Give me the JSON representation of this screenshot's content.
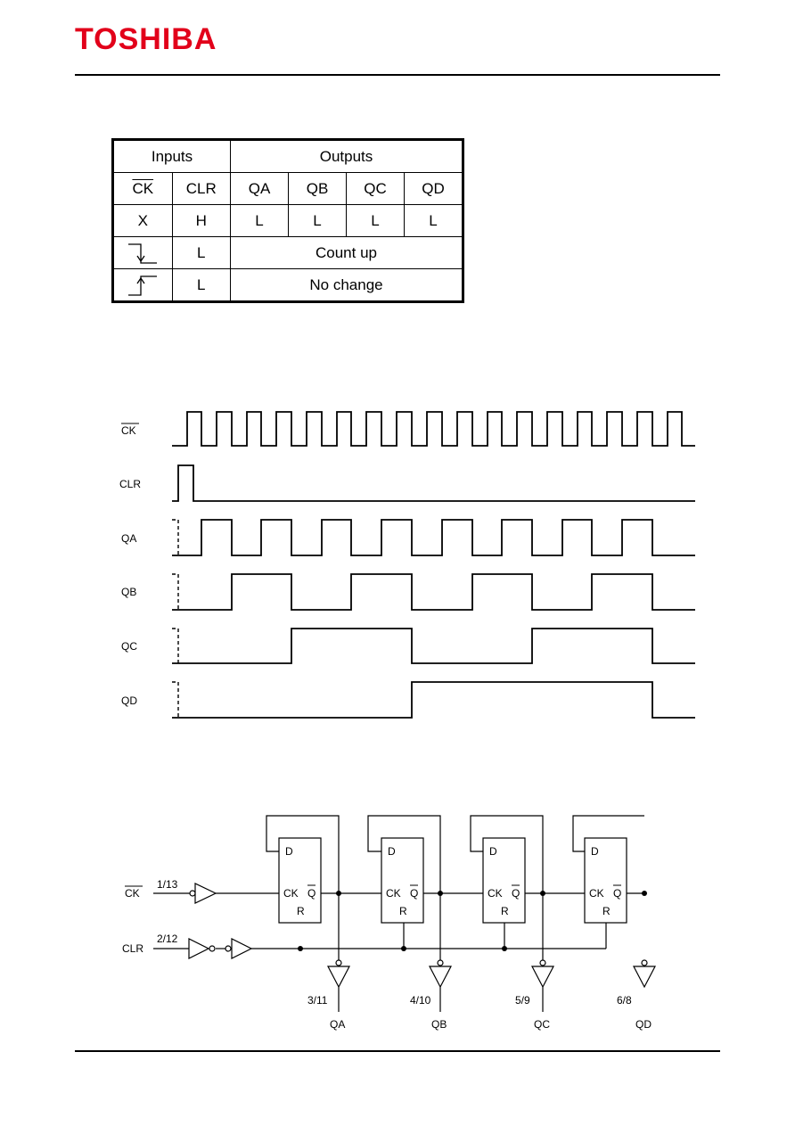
{
  "header": {
    "logo": "TOSHIBA"
  },
  "truth_table": {
    "group_headers": {
      "inputs": "Inputs",
      "outputs": "Outputs"
    },
    "columns": [
      "CK",
      "CLR",
      "QA",
      "QB",
      "QC",
      "QD"
    ],
    "rows": [
      {
        "ck": "X",
        "clr": "H",
        "outputs": [
          "L",
          "L",
          "L",
          "L"
        ]
      },
      {
        "ck_icon": "falling-edge-icon",
        "clr": "L",
        "outputs_text": "Count up"
      },
      {
        "ck_icon": "rising-edge-icon",
        "clr": "L",
        "outputs_text": "No change"
      }
    ]
  },
  "timing_chart": {
    "signals": [
      "CK",
      "CLR",
      "QA",
      "QB",
      "QC",
      "QD"
    ],
    "ck_pulses": 17
  },
  "logic_diagram": {
    "inputs": [
      {
        "name": "CK",
        "pin": "1/13"
      },
      {
        "name": "CLR",
        "pin": "2/12"
      }
    ],
    "flipflop_labels": {
      "d": "D",
      "ck": "CK",
      "qbar": "Q",
      "r": "R"
    },
    "outputs": [
      {
        "name": "QA",
        "pin": "3/11"
      },
      {
        "name": "QB",
        "pin": "4/10"
      },
      {
        "name": "QC",
        "pin": "5/9"
      },
      {
        "name": "QD",
        "pin": "6/8"
      }
    ]
  }
}
